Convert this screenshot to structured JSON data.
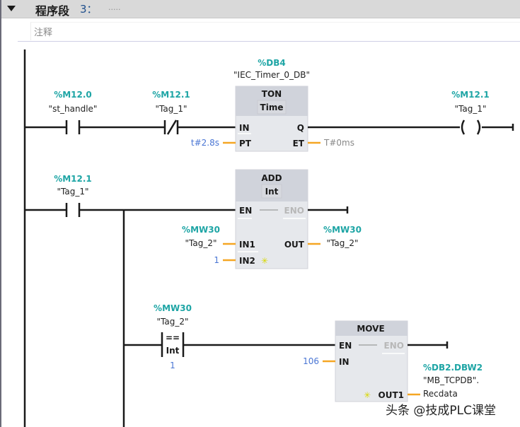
{
  "network": {
    "title": "程序段",
    "number": "3：",
    "dots": ".....",
    "comment_placeholder": "注释"
  },
  "rung1": {
    "contact1": {
      "type": "NO",
      "address": "%M12.0",
      "name": "\"st_handle\""
    },
    "contact2": {
      "type": "NC",
      "address": "%M12.1",
      "name": "\"Tag_1\""
    },
    "timer": {
      "instance_address": "%DB4",
      "instance_name": "\"IEC_Timer_0_DB\"",
      "title": "TON",
      "type": "Time",
      "pins": {
        "in": "IN",
        "pt": "PT",
        "q": "Q",
        "et": "ET"
      },
      "pt_value": "t#2.8s",
      "et_value": "T#0ms"
    },
    "coil": {
      "address": "%M12.1",
      "name": "\"Tag_1\""
    }
  },
  "rung2": {
    "contact": {
      "type": "NO",
      "address": "%M12.1",
      "name": "\"Tag_1\""
    },
    "add": {
      "title": "ADD",
      "type": "Int",
      "pins": {
        "en": "EN",
        "eno": "ENO",
        "in1": "IN1",
        "in2": "IN2",
        "out": "OUT"
      },
      "in1_address": "%MW30",
      "in1_name": "\"Tag_2\"",
      "in2_value": "1",
      "out_address": "%MW30",
      "out_name": "\"Tag_2\"",
      "add_input_icon": "✳"
    }
  },
  "rung3": {
    "compare": {
      "address": "%MW30",
      "name": "\"Tag_2\"",
      "operator": "==",
      "type": "Int",
      "value": "1"
    },
    "move": {
      "title": "MOVE",
      "pins": {
        "en": "EN",
        "eno": "ENO",
        "in": "IN",
        "out1": "OUT1"
      },
      "in_value": "106",
      "out_address": "%DB2.DBW2",
      "out_name_line1": "\"MB_TCPDB\".",
      "out_name_line2": "Recdata",
      "add_output_icon": "✳"
    }
  },
  "watermark": "头条 @技成PLC课堂",
  "colors": {
    "address": "#1ea5a5",
    "constant": "#4a76d4",
    "param_wire": "#f5a623",
    "box_header": "#d0d3db",
    "box_body": "#e6e8ec",
    "add_icon": "#e6e600"
  }
}
